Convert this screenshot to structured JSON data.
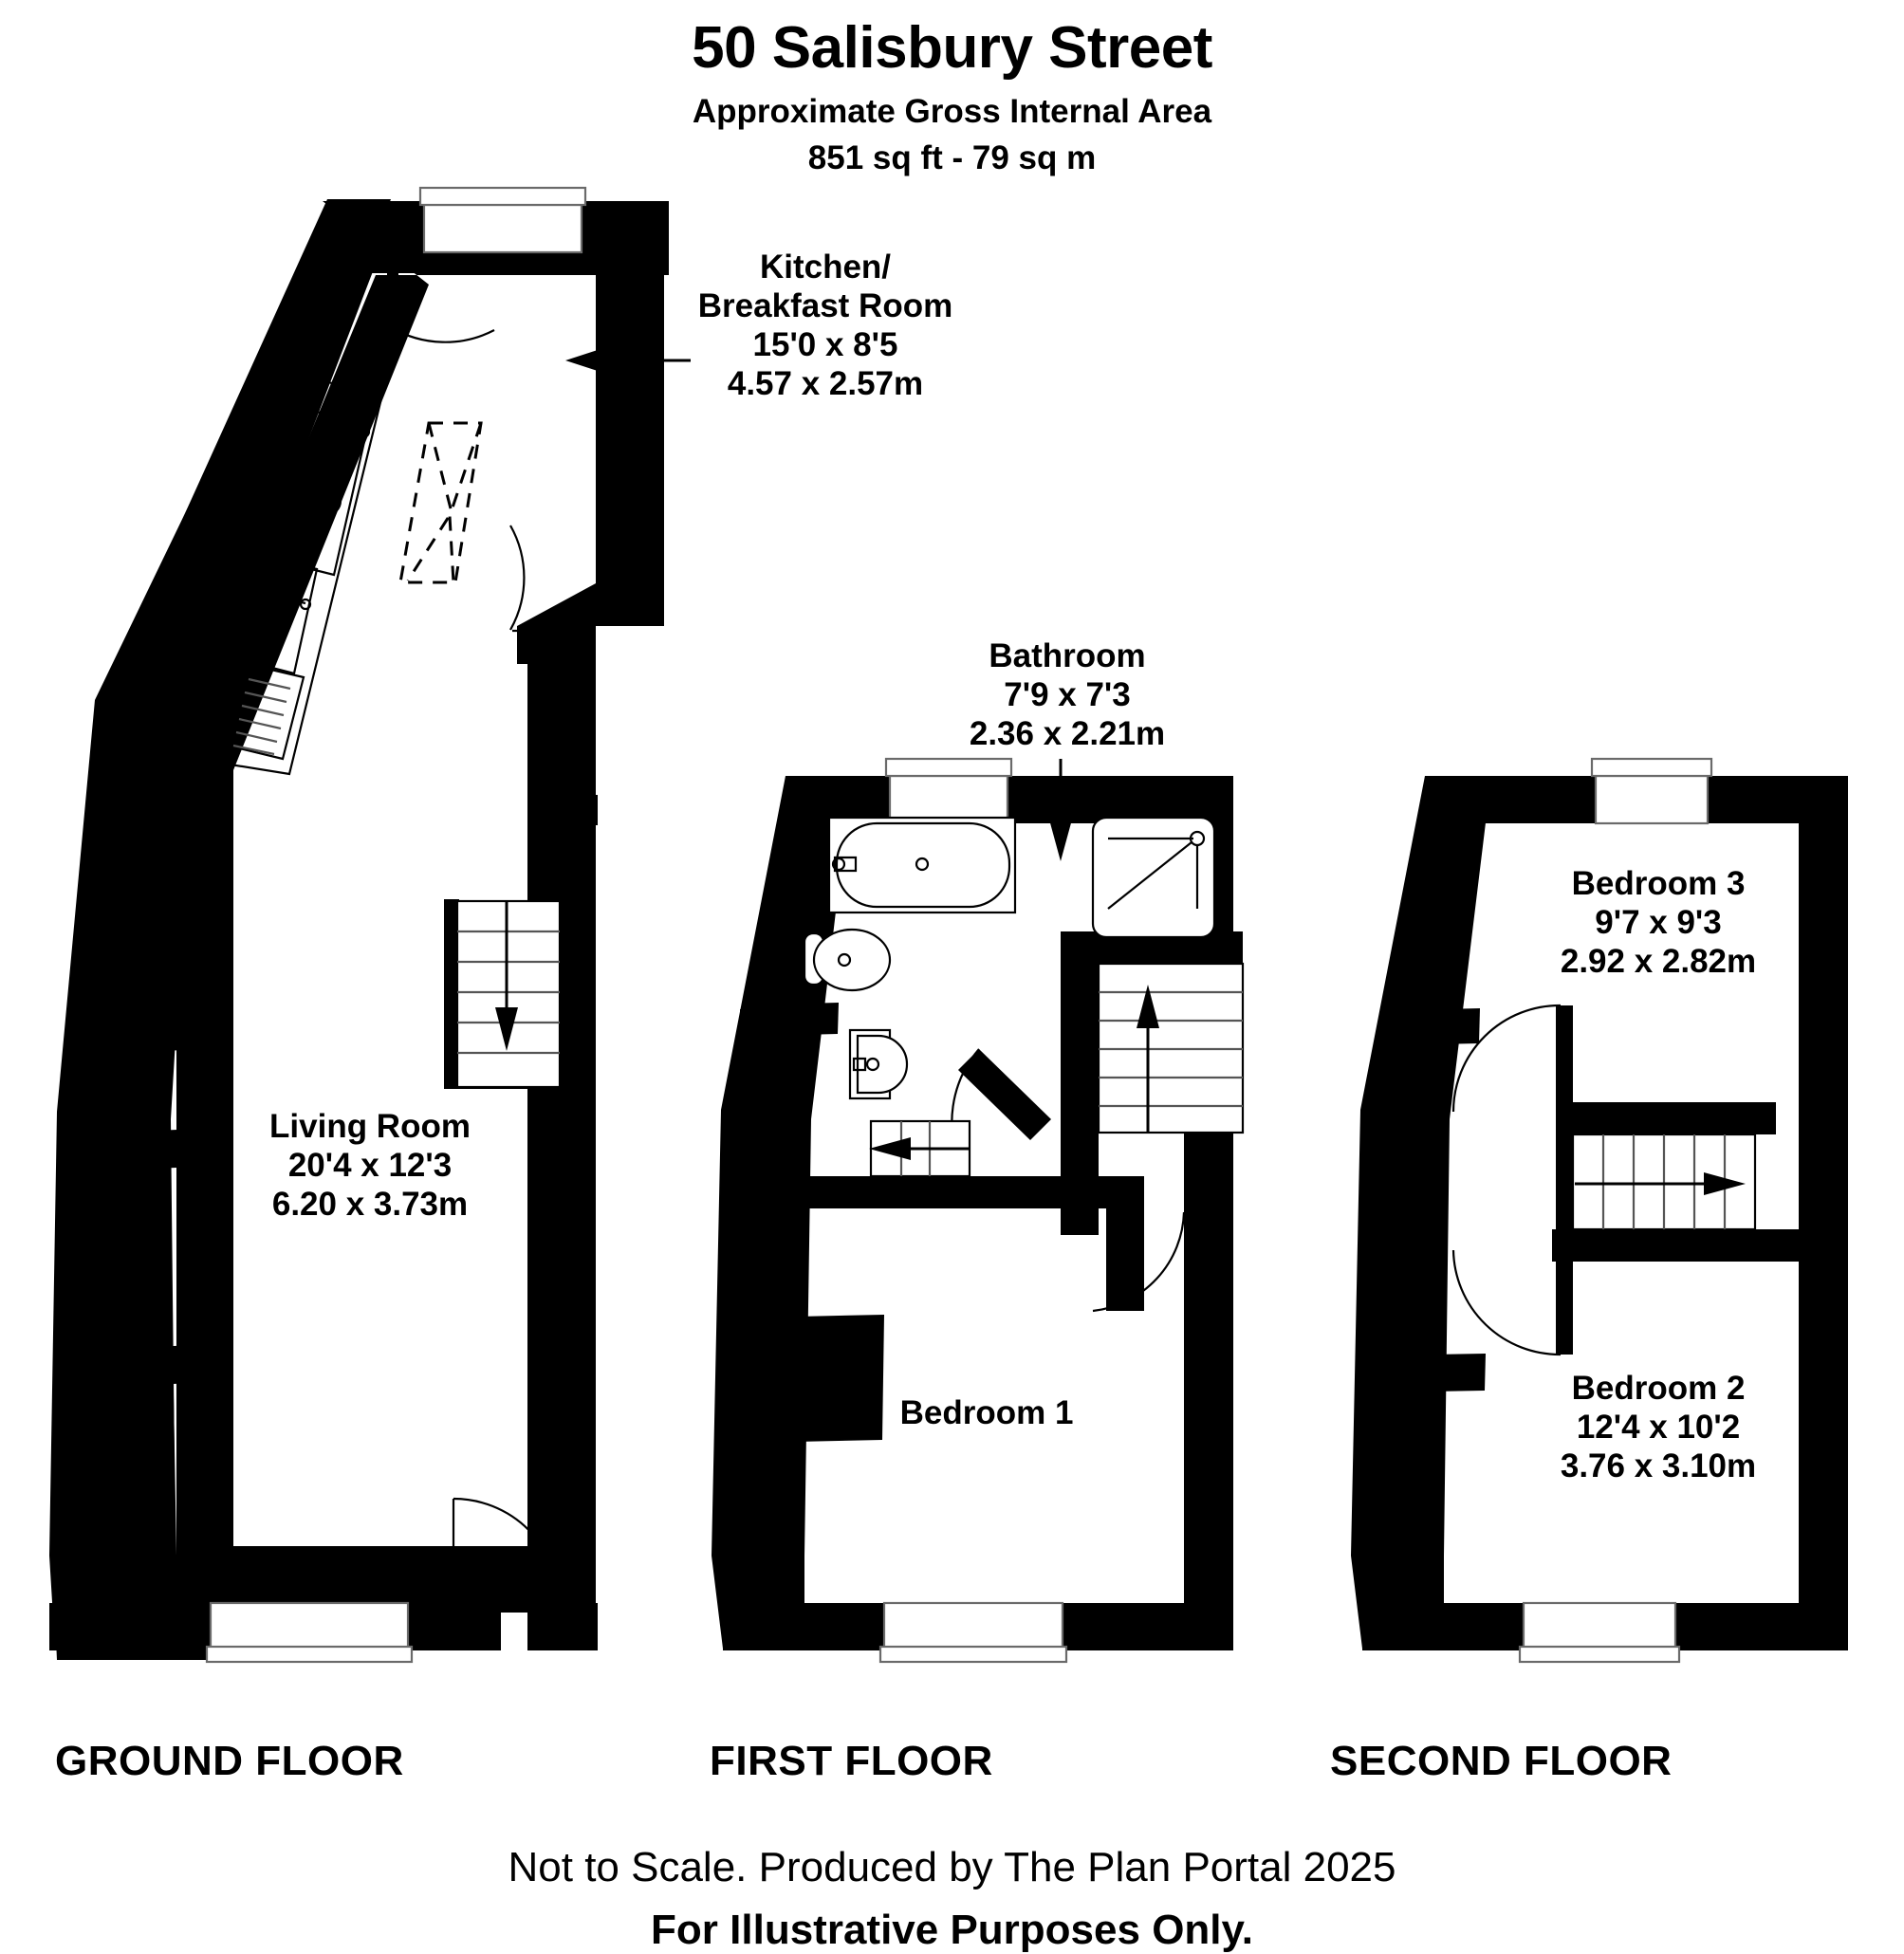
{
  "header": {
    "title": "50 Salisbury Street",
    "subtitle_line1": "Approximate Gross Internal Area",
    "subtitle_line2": "851 sq ft - 79 sq m"
  },
  "rooms": {
    "kitchen": {
      "name": "Kitchen/",
      "name2": "Breakfast Room",
      "imperial": "15'0 x 8'5",
      "metric": "4.57 x 2.57m"
    },
    "living_room": {
      "name": "Living Room",
      "imperial": "20'4 x 12'3",
      "metric": "6.20 x 3.73m"
    },
    "bathroom": {
      "name": "Bathroom",
      "imperial": "7'9 x 7'3",
      "metric": "2.36 x 2.21m"
    },
    "bedroom1": {
      "name": "Bedroom 1",
      "imperial": "",
      "metric": ""
    },
    "bedroom2": {
      "name": "Bedroom 2",
      "imperial": "12'4 x 10'2",
      "metric": "3.76 x 3.10m"
    },
    "bedroom3": {
      "name": "Bedroom 3",
      "imperial": "9'7 x 9'3",
      "metric": "2.92 x 2.82m"
    }
  },
  "floors": {
    "ground": "GROUND FLOOR",
    "first": "FIRST FLOOR",
    "second": "SECOND FLOOR"
  },
  "footer": {
    "line1": "Not to Scale. Produced by The Plan Portal 2025",
    "line2": "For Illustrative Purposes Only."
  },
  "colors": {
    "wall": "#000000",
    "background": "#ffffff",
    "fixture_outline": "#000000"
  }
}
